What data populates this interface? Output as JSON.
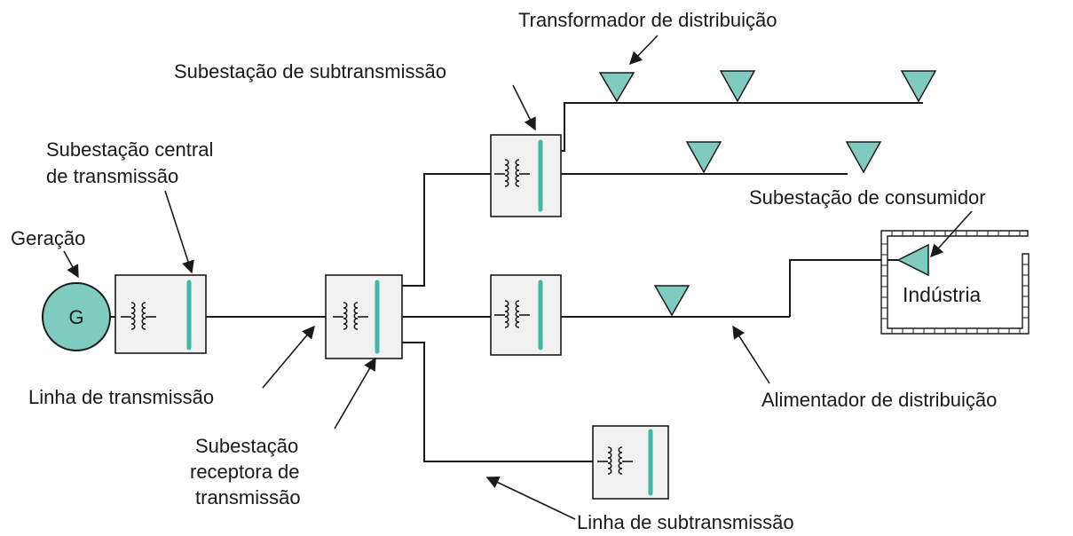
{
  "labels": {
    "geracao": "Geração",
    "gerador_simbolo": "G",
    "subestacao_central_l1": "Subestação central",
    "subestacao_central_l2": "de transmissão",
    "linha_transmissao": "Linha de transmissão",
    "subestacao_receptora_l1": "Subestação",
    "subestacao_receptora_l2": "receptora de",
    "subestacao_receptora_l3": "transmissão",
    "subestacao_subtransmissao": "Subestação de subtransmissão",
    "transformador_distribuicao": "Transformador de distribuição",
    "subestacao_consumidor": "Subestação de consumidor",
    "industria": "Indústria",
    "alimentador_distribuicao": "Alimentador de distribuição",
    "linha_subtransmissao": "Linha de subtransmissão"
  },
  "colors": {
    "equipment_fill": "#7fcbc0",
    "busbar": "#3fb8a6",
    "box_fill": "#f1f1f1",
    "line": "#1a1a1a"
  }
}
